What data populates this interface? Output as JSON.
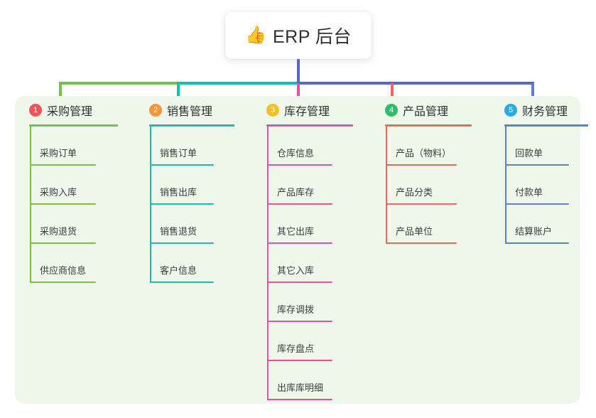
{
  "root": {
    "icon": "thumbs-up-icon",
    "icon_glyph": "👍",
    "title": "ERP 后台"
  },
  "palette": {
    "panel_background": "#eef7ea",
    "trunk": "#5566cc",
    "column_1": "#7ac143",
    "column_2": "#00bfae",
    "column_3": "#e8519b",
    "column_4": "#f4645c",
    "column_5": "#5b7fd4",
    "badge_1": "#f2545b",
    "badge_2": "#f5953f",
    "badge_3": "#f2c029",
    "badge_4": "#2ebd6b",
    "badge_5": "#29abe2"
  },
  "columns": [
    {
      "index": "1",
      "title": "采购管理",
      "badge_color": "#f2545b",
      "line_color": "#7ac143",
      "items": [
        {
          "label": "采购订单"
        },
        {
          "label": "采购入库"
        },
        {
          "label": "采购退货"
        },
        {
          "label": "供应商信息"
        }
      ]
    },
    {
      "index": "2",
      "title": "销售管理",
      "badge_color": "#f5953f",
      "line_color": "#13bfae",
      "items": [
        {
          "label": "销售订单"
        },
        {
          "label": "销售出库"
        },
        {
          "label": "销售退货"
        },
        {
          "label": "客户信息"
        }
      ]
    },
    {
      "index": "3",
      "title": "库存管理",
      "badge_color": "#f2c029",
      "line_color": "#ec4e9e",
      "items": [
        {
          "label": "仓库信息"
        },
        {
          "label": "产品库存"
        },
        {
          "label": "其它出库"
        },
        {
          "label": "其它入库"
        },
        {
          "label": "库存调拨"
        },
        {
          "label": "库存盘点"
        },
        {
          "label": "出库库明细"
        }
      ]
    },
    {
      "index": "4",
      "title": "产品管理",
      "badge_color": "#2ebd6b",
      "line_color": "#f4645c",
      "items": [
        {
          "label": "产品（物料）"
        },
        {
          "label": "产品分类"
        },
        {
          "label": "产品单位"
        }
      ]
    },
    {
      "index": "5",
      "title": "财务管理",
      "badge_color": "#29abe2",
      "line_color": "#5b7fd4",
      "items": [
        {
          "label": "回款单"
        },
        {
          "label": "付款单"
        },
        {
          "label": "结算账户"
        }
      ]
    }
  ]
}
